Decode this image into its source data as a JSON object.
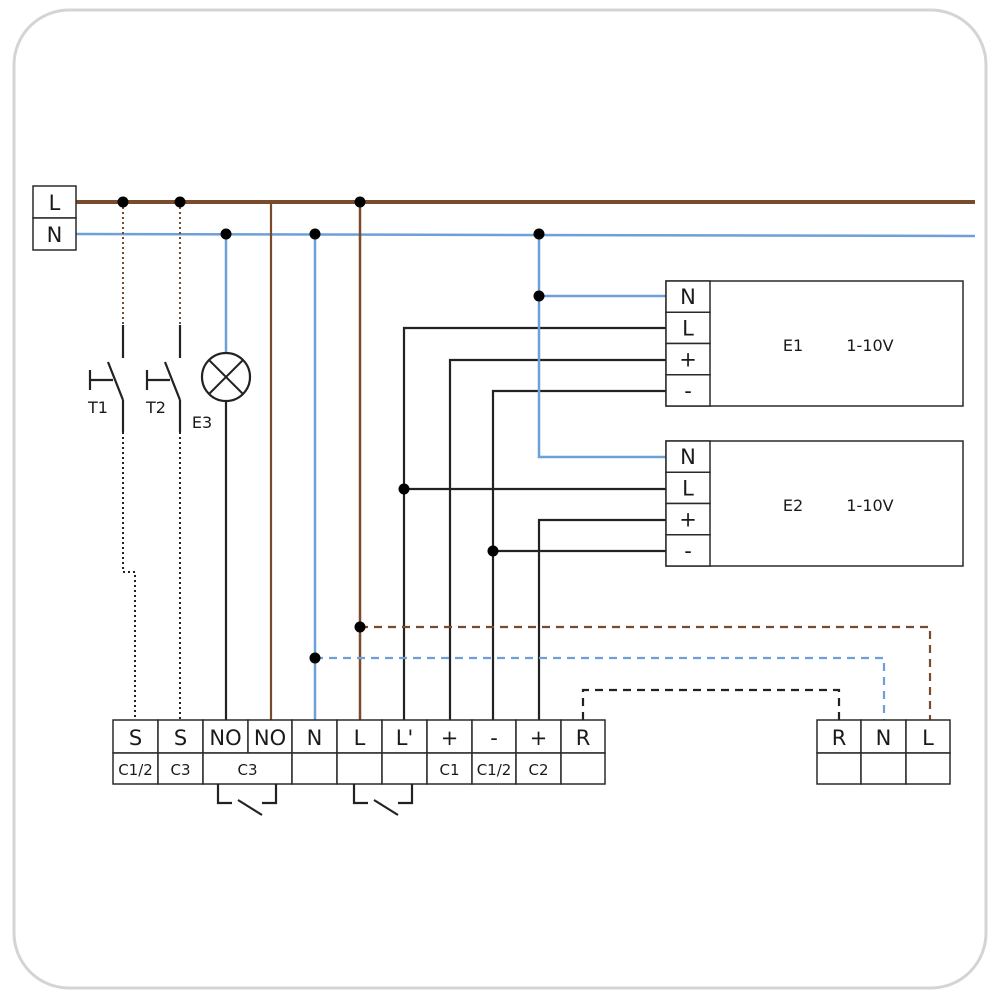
{
  "colors": {
    "live": "#7a4a2c",
    "neutral": "#6f9fd8",
    "control": "#222222",
    "frame": "#d4d4d4"
  },
  "supply": {
    "line_label": "L",
    "neutral_label": "N"
  },
  "switches": {
    "t1_label": "T1",
    "t2_label": "T2",
    "lamp_label": "E3"
  },
  "devices": [
    {
      "id": "E1",
      "label": "E1",
      "type": "1-10V",
      "terminals": [
        "N",
        "L",
        "+",
        "-"
      ]
    },
    {
      "id": "E2",
      "label": "E2",
      "type": "1-10V",
      "terminals": [
        "N",
        "L",
        "+",
        "-"
      ]
    }
  ],
  "main_block": {
    "top": [
      "S",
      "S",
      "NO",
      "NO",
      "N",
      "L",
      "L'",
      "+",
      "-",
      "+",
      "R"
    ],
    "bottom": [
      "C1/2",
      "C3",
      "C3",
      "",
      "",
      "",
      "C1",
      "C1/2",
      "C2",
      ""
    ]
  },
  "aux_block": {
    "top": [
      "R",
      "N",
      "L"
    ]
  }
}
